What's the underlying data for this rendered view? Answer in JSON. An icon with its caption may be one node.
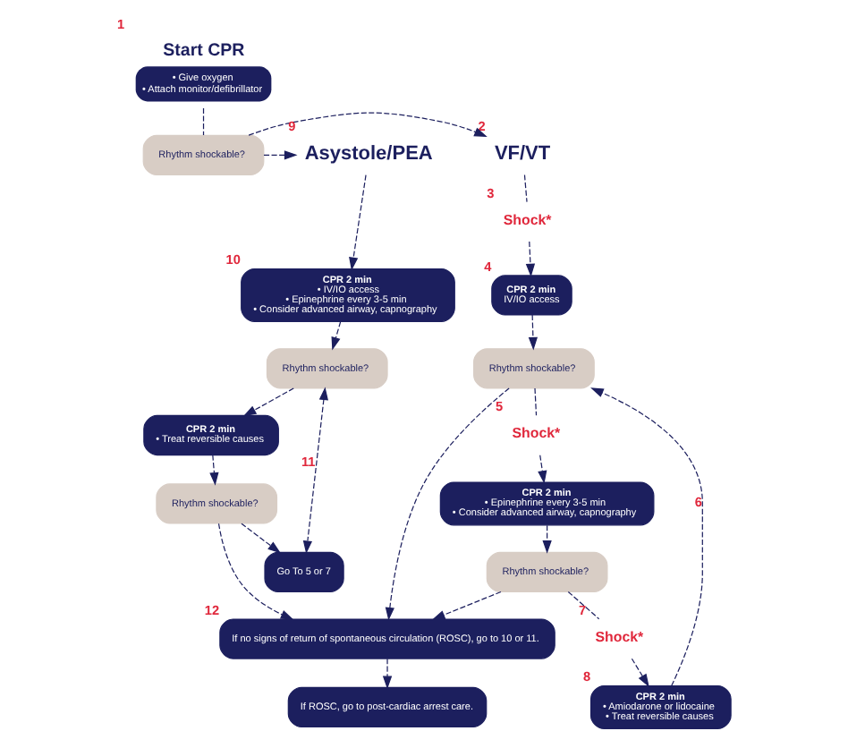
{
  "diagram": {
    "nodes": [
      {
        "text": [
          "Start CPR",
          "• Give oxygen",
          "• Attach monitor/defibrillator"
        ],
        "beside": [
          "1"
        ]
      },
      {
        "text": [
          "Rhythm shockable?"
        ]
      },
      {
        "text": [
          "VF/VT"
        ],
        "beside": [
          "2"
        ]
      },
      {
        "text": [
          "Shock*"
        ],
        "beside": [
          "3"
        ]
      },
      {
        "text": [
          "CPR 2 min",
          "IV/IO access"
        ],
        "beside": [
          "4"
        ]
      },
      {
        "text": [
          "Rhythm shockable?"
        ]
      },
      {
        "text": [
          "Shock*"
        ],
        "beside": [
          "5"
        ]
      },
      {
        "text": [
          "CPR 2 min",
          "• Epinephrine every 3-5 min",
          "• Consider advanced airway, capnography"
        ]
      },
      {
        "text": [
          "Rhythm shockable?"
        ]
      },
      {
        "text": [
          "Shock*"
        ],
        "beside": [
          "7"
        ]
      },
      {
        "text": [
          "CPR 2 min",
          "• Amiodarone or lidocaine",
          "• Treat reversible causes"
        ],
        "beside": [
          "8"
        ]
      },
      {
        "text": [
          "Asystole/PEA"
        ],
        "beside": [
          "9"
        ]
      },
      {
        "text": [
          "CPR 2 min",
          "• IV/IO access",
          "• Epinephrine every 3-5 min",
          "• Consider advanced airway, capnography"
        ],
        "beside": [
          "10"
        ]
      },
      {
        "text": [
          "Rhythm shockable?"
        ]
      },
      {
        "text": [
          "CPR 2 min",
          "• Treat reversible causes"
        ]
      },
      {
        "text": [
          "Rhythm shockable?"
        ]
      },
      {
        "text": [
          "Go To 5 or 7"
        ]
      },
      {
        "text": [
          "If no signs of return of spontaneous circulation (ROSC), go to 10 or 11."
        ],
        "beside": [
          "12"
        ]
      },
      {
        "text": [
          "If ROSC, go to post-cardiac arrest care."
        ]
      }
    ],
    "edges": [
      {
        "from": 0,
        "to": 1,
        "arrow": "none",
        "style": "dashed"
      },
      {
        "from": 1,
        "to": 2,
        "arrow": "to",
        "style": "dashed"
      },
      {
        "from": 1,
        "to": 11,
        "arrow": "to",
        "style": "dashed"
      },
      {
        "from": 2,
        "to": 3,
        "arrow": "none",
        "style": "dashed"
      },
      {
        "from": 3,
        "to": 4,
        "arrow": "to",
        "style": "dashed"
      },
      {
        "from": 4,
        "to": 5,
        "arrow": "to",
        "style": "dashed"
      },
      {
        "from": 5,
        "to": 6,
        "arrow": "none",
        "style": "dashed"
      },
      {
        "from": 6,
        "to": 7,
        "arrow": "to",
        "style": "dashed"
      },
      {
        "from": 7,
        "to": 8,
        "arrow": "to",
        "style": "dashed"
      },
      {
        "from": 8,
        "to": 9,
        "arrow": "none",
        "style": "dashed"
      },
      {
        "from": 9,
        "to": 10,
        "arrow": "to",
        "style": "dashed"
      },
      {
        "from": 10,
        "to": 5,
        "arrow": "to",
        "style": "dashed",
        "label": "6"
      },
      {
        "from": 5,
        "to": 17,
        "arrow": "to",
        "style": "dashed"
      },
      {
        "from": 8,
        "to": 17,
        "arrow": "to",
        "style": "dashed"
      },
      {
        "from": 11,
        "to": 12,
        "arrow": "to",
        "style": "dashed"
      },
      {
        "from": 12,
        "to": 13,
        "arrow": "to",
        "style": "dashed"
      },
      {
        "from": 13,
        "to": 14,
        "arrow": "to",
        "style": "dashed"
      },
      {
        "from": 14,
        "to": 15,
        "arrow": "to",
        "style": "dashed"
      },
      {
        "from": 15,
        "to": 16,
        "arrow": "to",
        "style": "dashed"
      },
      {
        "from": 15,
        "to": 17,
        "arrow": "to",
        "style": "dashed"
      },
      {
        "from": 13,
        "to": 16,
        "arrow": "both",
        "style": "dashed",
        "label": "11"
      },
      {
        "from": 17,
        "to": 18,
        "arrow": "to",
        "style": "dashed"
      }
    ]
  }
}
